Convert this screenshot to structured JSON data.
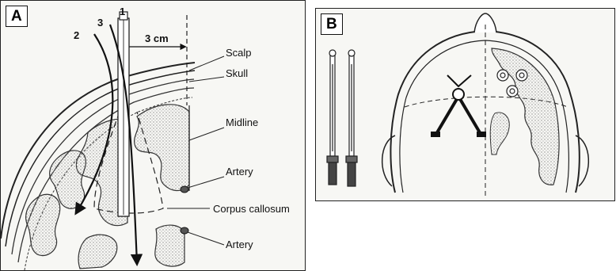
{
  "panel_a": {
    "tag": "A",
    "probes": [
      "1",
      "2",
      "3"
    ],
    "distance": "3 cm",
    "labels": {
      "scalp": "Scalp",
      "skull": "Skull",
      "midline": "Midline",
      "artery_upper": "Artery",
      "corpus_callosum": "Corpus callosum",
      "artery_lower": "Artery"
    }
  },
  "panel_b": {
    "tag": "B"
  },
  "colors": {
    "line": "#222222",
    "stipple": "#9a9a9a",
    "background": "#f7f7f4"
  }
}
